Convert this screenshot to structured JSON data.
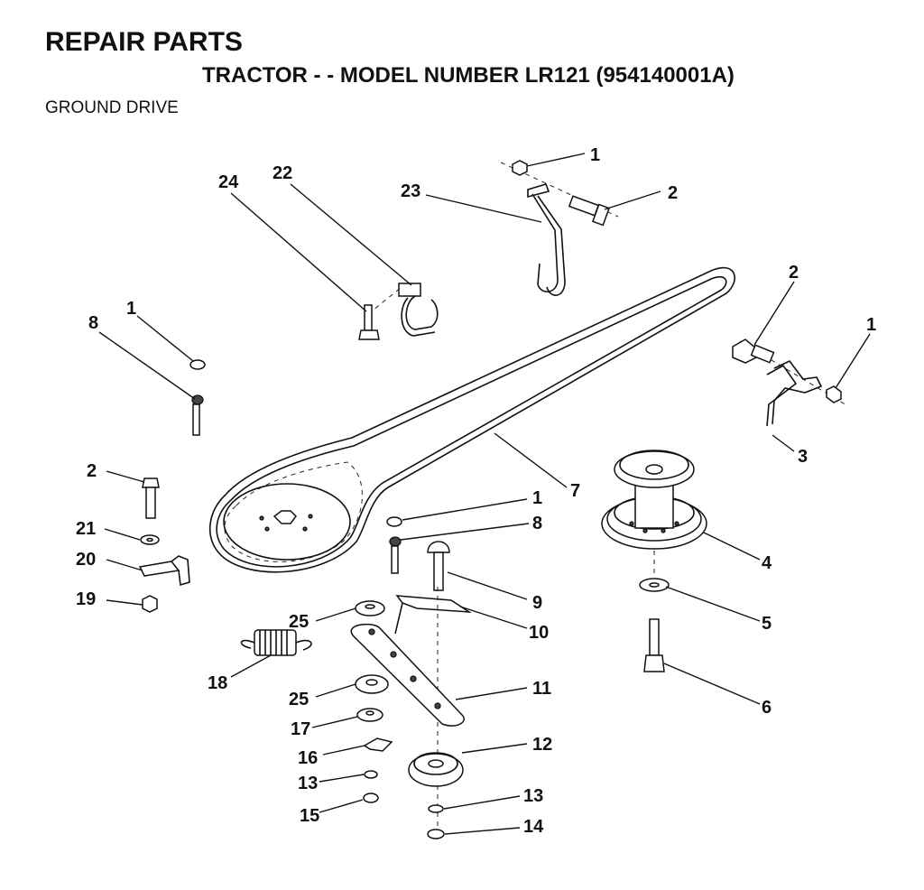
{
  "header": {
    "title": "REPAIR PARTS",
    "subtitle": "TRACTOR - - MODEL NUMBER LR121 (954140001A)",
    "section": "GROUND DRIVE"
  },
  "callouts": [
    "1",
    "2",
    "3",
    "4",
    "5",
    "6",
    "7",
    "8",
    "9",
    "10",
    "11",
    "12",
    "13",
    "14",
    "15",
    "16",
    "17",
    "18",
    "19",
    "20",
    "21",
    "22",
    "23",
    "24",
    "25"
  ]
}
